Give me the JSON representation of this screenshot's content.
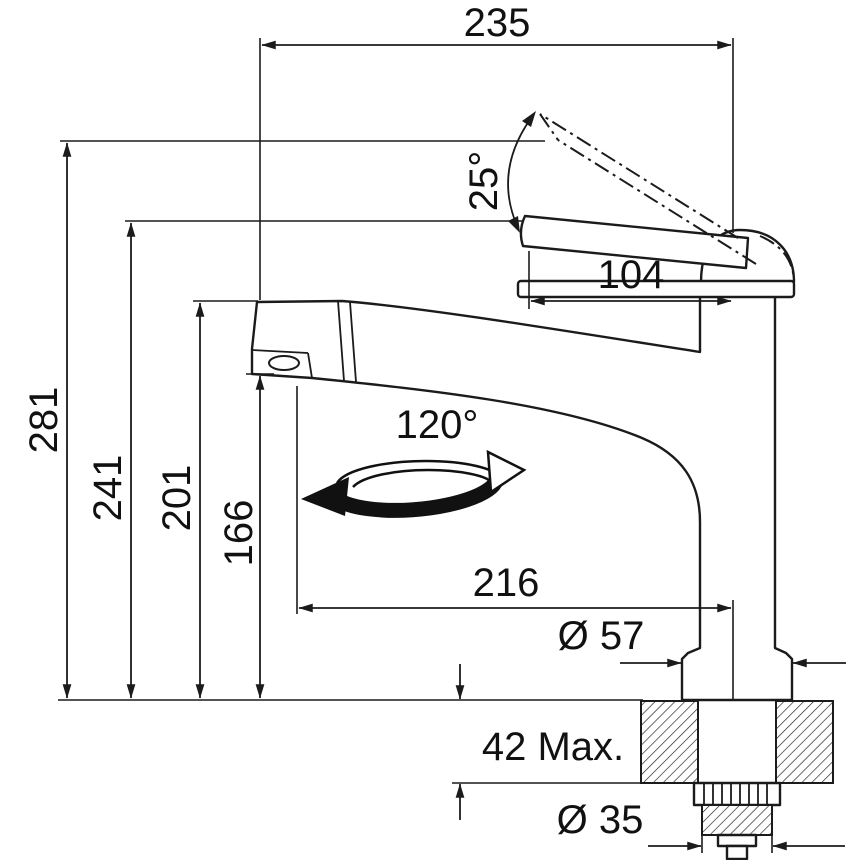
{
  "diagram": {
    "labels": {
      "overall_width": "235",
      "overall_height": "281",
      "handle_height": "241",
      "spout_height": "201",
      "outlet_height": "166",
      "handle_length": "104",
      "handle_angle": "25°",
      "swivel_angle": "120°",
      "spout_reach": "216",
      "base_diameter": "Ø 57",
      "max_deck_thickness": "42 Max.",
      "hole_diameter": "Ø 35"
    }
  }
}
